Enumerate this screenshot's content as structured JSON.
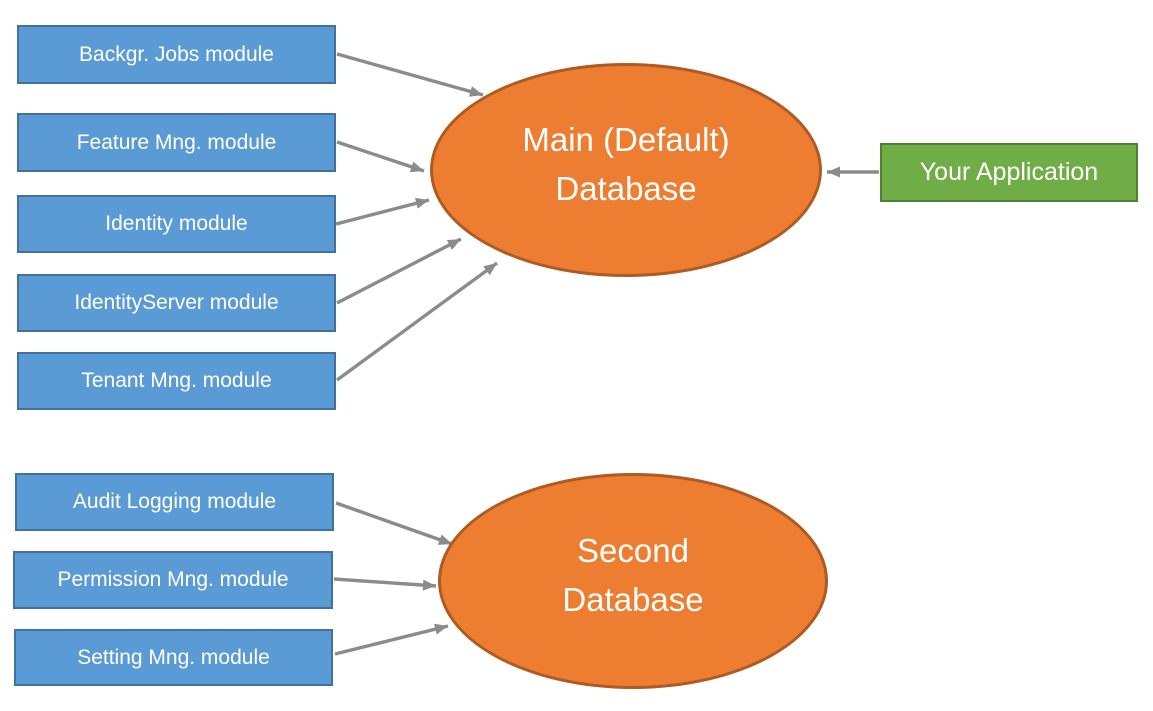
{
  "colors": {
    "module_fill": "#5b9bd5",
    "module_border": "#41719c",
    "database_fill": "#ed7d31",
    "database_border": "#ae5a21",
    "application_fill": "#70ad47",
    "application_border": "#507e32",
    "arrow": "#8b8b8b",
    "text": "#ffffff",
    "background": "#ffffff"
  },
  "nodes": {
    "backgr_jobs": {
      "label": "Backgr. Jobs module"
    },
    "feature_mng": {
      "label": "Feature Mng. module"
    },
    "identity": {
      "label": "Identity module"
    },
    "identity_server": {
      "label": "IdentityServer module"
    },
    "tenant_mng": {
      "label": "Tenant Mng. module"
    },
    "audit_logging": {
      "label": "Audit Logging module"
    },
    "permission_mng": {
      "label": "Permission Mng. module"
    },
    "setting_mng": {
      "label": "Setting Mng. module"
    },
    "main_database": {
      "line1": "Main (Default)",
      "line2": "Database"
    },
    "second_database": {
      "line1": "Second",
      "line2": "Database"
    },
    "your_application": {
      "label": "Your Application"
    }
  },
  "edges": [
    {
      "from": "backgr_jobs",
      "to": "main_database"
    },
    {
      "from": "feature_mng",
      "to": "main_database"
    },
    {
      "from": "identity",
      "to": "main_database"
    },
    {
      "from": "identity_server",
      "to": "main_database"
    },
    {
      "from": "tenant_mng",
      "to": "main_database"
    },
    {
      "from": "your_application",
      "to": "main_database"
    },
    {
      "from": "audit_logging",
      "to": "second_database"
    },
    {
      "from": "permission_mng",
      "to": "second_database"
    },
    {
      "from": "setting_mng",
      "to": "second_database"
    }
  ]
}
